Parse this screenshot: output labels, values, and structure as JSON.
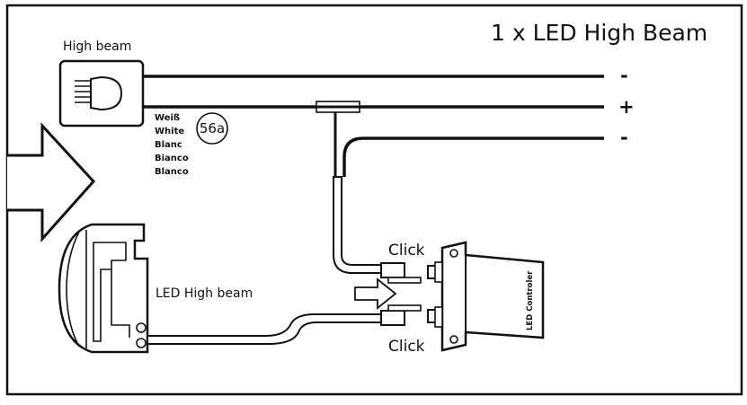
{
  "title": "1 x LED High Beam",
  "high_beam_label": "High beam",
  "led_high_beam_label": "LED High beam",
  "wire_color_code": "56a",
  "wire_color_names": [
    "Weiß",
    "White",
    "Blanc",
    "Bianco",
    "Blanco"
  ],
  "terminals": [
    "-",
    "+",
    "-"
  ],
  "click_labels": [
    "Click",
    "Click"
  ],
  "controller_label": "LED Controler",
  "icons": [
    "high-beam-lamp-icon",
    "direction-arrow-icon",
    "led-headlight-module-icon",
    "led-controller-box-icon",
    "insert-arrow-icon",
    "connector-plug-icon"
  ]
}
